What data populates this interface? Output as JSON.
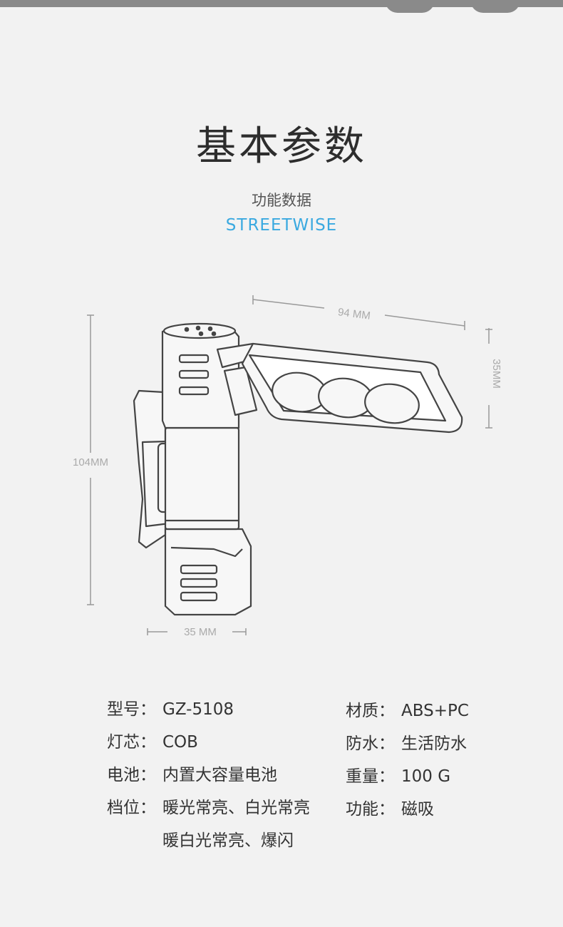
{
  "header": {
    "title": "基本参数",
    "subtitle": "功能数据",
    "brand": "STREETWISE"
  },
  "dimensions": {
    "width": "94 MM",
    "height": "104MM",
    "depth_side": "35MM",
    "depth_bottom": "35 MM"
  },
  "specs_left": [
    {
      "label": "型号：",
      "value": "GZ-5108"
    },
    {
      "label": "灯芯：",
      "value": "COB"
    },
    {
      "label": "电池：",
      "value": "内置大容量电池"
    },
    {
      "label": "档位：",
      "value": "暖光常亮、白光常亮",
      "value2": "暖白光常亮、爆闪"
    }
  ],
  "specs_right": [
    {
      "label": "材质：",
      "value": "ABS+PC"
    },
    {
      "label": "防水：",
      "value": "生活防水"
    },
    {
      "label": "重量：",
      "value": "100 G"
    },
    {
      "label": "功能：",
      "value": "磁吸"
    }
  ],
  "colors": {
    "background": "#f2f2f2",
    "brand": "#3aa9e0",
    "line_art": "#444444"
  }
}
